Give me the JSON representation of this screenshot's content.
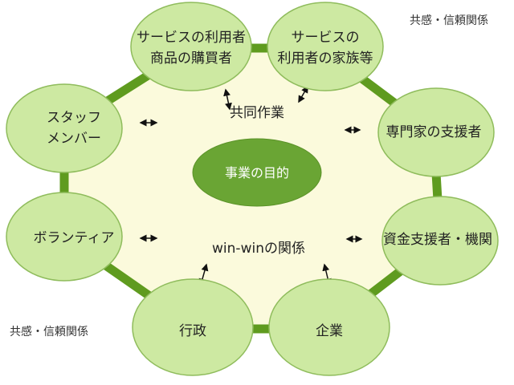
{
  "title_center": "事業の目的",
  "inner_top": "共同作業",
  "inner_bottom": "win-winの関係",
  "side_top_right": "共感・信頼関係",
  "side_bottom_left": "共感・信頼関係",
  "nodes": [
    {
      "line1": "サービスの利用者",
      "line2": "商品の購買者"
    },
    {
      "line1": "サービスの",
      "line2": "利用者の家族等"
    },
    {
      "line1": "スタッフ",
      "line2": "メンバー"
    },
    {
      "line1": "専門家の支援者",
      "line2": ""
    },
    {
      "line1": "ボランティア",
      "line2": ""
    },
    {
      "line1": "資金支援者・機関",
      "line2": ""
    },
    {
      "line1": "行政",
      "line2": ""
    },
    {
      "line1": "企業",
      "line2": ""
    }
  ],
  "colors": {
    "ring": "#5f9b1f",
    "inner": "#fbfadc",
    "node": "#cde9a2",
    "node_stroke": "#8fbc5c",
    "center": "#6aa534"
  }
}
